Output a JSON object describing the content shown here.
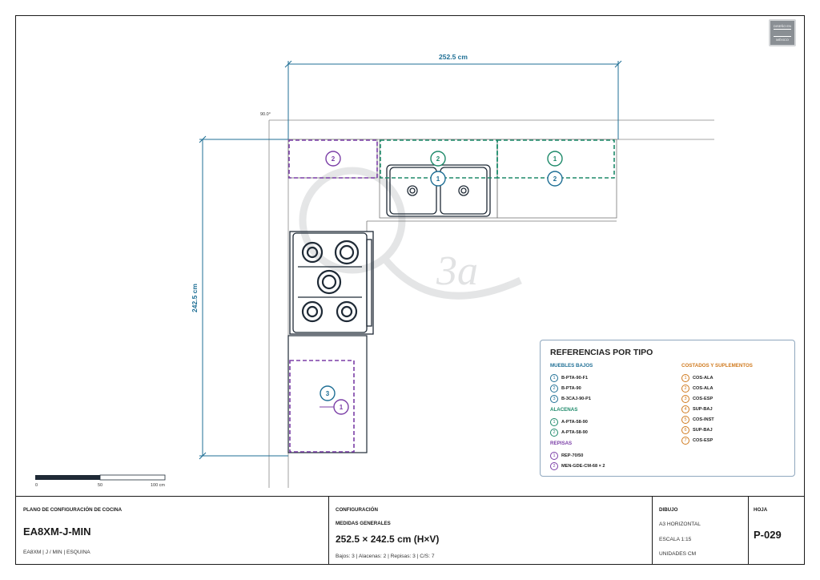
{
  "dimensions": {
    "width": "252.5 cm",
    "height": "242.5 cm",
    "angle": "90.0°"
  },
  "scale_bar": {
    "labels": [
      "0",
      "50",
      "100 cm"
    ]
  },
  "plan_markers": [
    {
      "number": "2",
      "color": "purple"
    },
    {
      "number": "2",
      "color": "green"
    },
    {
      "number": "1",
      "color": "blue"
    },
    {
      "number": "1",
      "color": "green"
    },
    {
      "number": "2",
      "color": "blue"
    },
    {
      "number": "3",
      "color": "blue"
    },
    {
      "number": "1",
      "color": "purple"
    }
  ],
  "legend": {
    "title": "REFERENCIAS POR TIPO",
    "groups": {
      "muebles_bajos": {
        "title": "MUEBLES BAJOS",
        "color": "#1f6f95",
        "items": [
          {
            "n": "1",
            "code": "B-PTA-90-F1"
          },
          {
            "n": "2",
            "code": "B-PTA-90"
          },
          {
            "n": "3",
            "code": "B-3CAJ-90-P1"
          }
        ]
      },
      "alacenas": {
        "title": "ALACENAS",
        "color": "#1e8a6a",
        "items": [
          {
            "n": "1",
            "code": "A-PTA-58-90"
          },
          {
            "n": "2",
            "code": "A-PTA-58-90"
          }
        ]
      },
      "repisas": {
        "title": "REPISAS",
        "color": "#7b3fa7",
        "items": [
          {
            "n": "1",
            "code": "REP-70/50"
          },
          {
            "n": "2",
            "code": "MEN-GDE-CM-68 × 2"
          }
        ]
      },
      "costados": {
        "title": "COSTADOS Y SUPLEMENTOS",
        "color": "#d07a1e",
        "items": [
          {
            "n": "1",
            "code": "COS-ALA"
          },
          {
            "n": "2",
            "code": "COS-ALA"
          },
          {
            "n": "3",
            "code": "COS-ESP"
          },
          {
            "n": "4",
            "code": "SUP-BAJ"
          },
          {
            "n": "5",
            "code": "COS-INST"
          },
          {
            "n": "6",
            "code": "SUP-BAJ"
          },
          {
            "n": "7",
            "code": "COS-ESP"
          }
        ]
      }
    }
  },
  "logo": {
    "line1": "DISEÑO EN",
    "line2": "MÉXICO"
  },
  "title_block": {
    "plan_label": "PLANO DE CONFIGURACIÓN DE COCINA",
    "model": "EA8XM-J-MIN",
    "model_sub": "EA8XM | J / MIN | ESQUINA",
    "config_label": "CONFIGURACIÓN",
    "medidas_label": "MEDIDAS GENERALES",
    "medidas_value": "252.5 × 242.5 cm (H×V)",
    "counts": "Bajos: 3 | Alacenas: 2 | Repisas: 3 | C/S: 7",
    "dibujo_label": "DIBUJO",
    "dibujo_format": "A3 HORIZONTAL",
    "dibujo_scale": "ESCALA 1:15",
    "dibujo_units": "UNIDADES CM",
    "hoja_label": "HOJA",
    "hoja_value": "P-029"
  },
  "colors": {
    "blue": "#1f6f95",
    "green": "#1e8a6a",
    "purple": "#7b3fa7",
    "orange": "#d07a1e",
    "dark": "#1f2a36"
  }
}
